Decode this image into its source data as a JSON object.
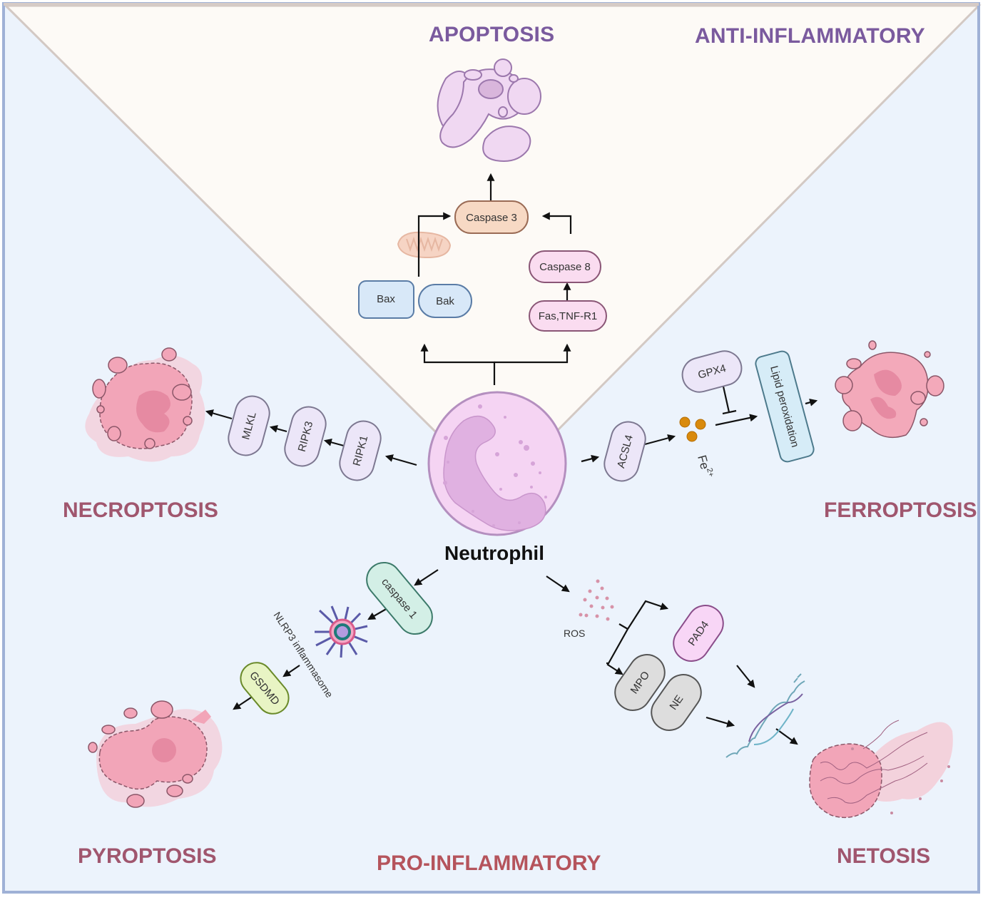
{
  "regions": {
    "anti_inflammatory": "ANTI-INFLAMMATORY",
    "pro_inflammatory": "PRO-INFLAMMATORY"
  },
  "center": {
    "label": "Neutrophil"
  },
  "death_types": {
    "apoptosis": "APOPTOSIS",
    "necroptosis": "NECROPTOSIS",
    "ferroptosis": "FERROPTOSIS",
    "pyroptosis": "PYROPTOSIS",
    "netosis": "NETOSIS"
  },
  "apoptosis_path": {
    "caspase3": "Caspase 3",
    "caspase8": "Caspase 8",
    "fas_tnf": "Fas,TNF-R1",
    "bax": "Bax",
    "bak": "Bak"
  },
  "necroptosis_path": {
    "ripk1": "RIPK1",
    "ripk3": "RIPK3",
    "mlkl": "MLKL"
  },
  "ferroptosis_path": {
    "acsl4": "ACSL4",
    "iron": "Fe",
    "iron_charge": "2+",
    "gpx4": "GPX4",
    "lipid": "Lipid peroxidation"
  },
  "pyroptosis_path": {
    "caspase1": "caspase 1",
    "nlrp3": "NLRP3 inflammasome",
    "gsdmd": "GSDMD"
  },
  "netosis_path": {
    "ros": "ROS",
    "pad4": "PAD4",
    "mpo": "MPO",
    "ne": "NE"
  },
  "colors": {
    "anti_bg": "#fdfaf6",
    "pro_bg": "#ecf3fc",
    "frame": "#9fb1d6",
    "title_purple": "#7a5a9e",
    "title_rose": "#a0566e",
    "title_red": "#b5545c"
  }
}
